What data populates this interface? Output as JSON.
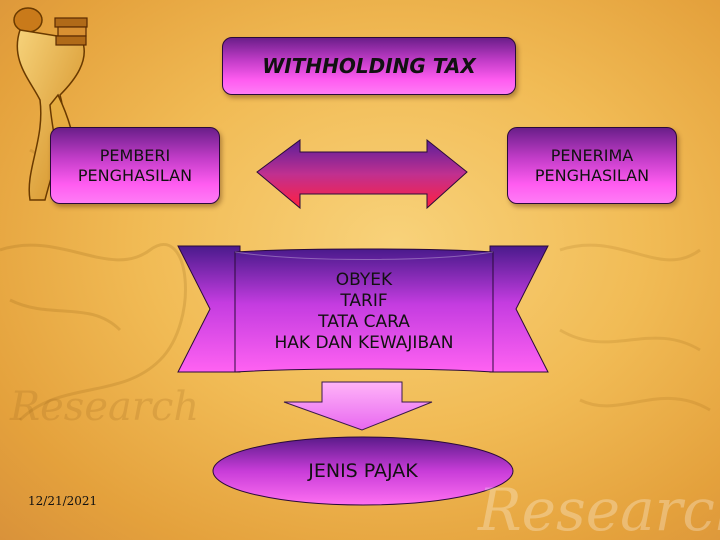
{
  "title": "WITHHOLDING TAX",
  "giver": [
    "PEMBERI",
    "PENGHASILAN"
  ],
  "receiver": [
    "PENERIMA",
    "PENGHASILAN"
  ],
  "content_items": [
    "OBYEK",
    "TARIF",
    "TATA CARA",
    "HAK DAN KEWAJIBAN"
  ],
  "result": "JENIS PAJAK",
  "footer_date": "12/21/2021",
  "watermark_text": "Research",
  "colors": {
    "accent_pink": "#ff5cf0",
    "accent_purple": "#6a1e8a",
    "arrow_red": "#e0205a",
    "background": "#f1bb55"
  }
}
